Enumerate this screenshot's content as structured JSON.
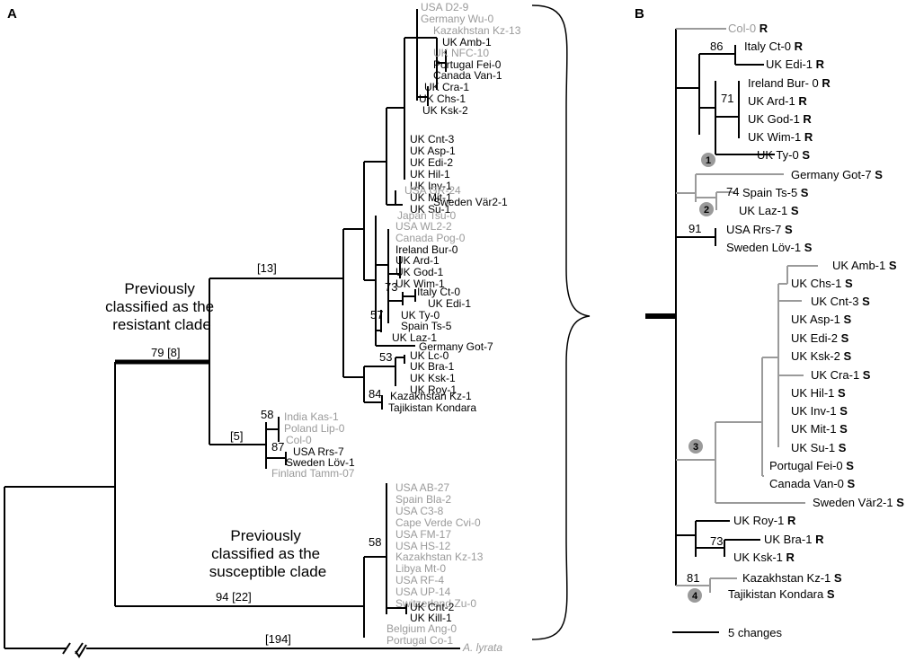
{
  "panel_a": {
    "label": "A",
    "colors": {
      "black": "#000000",
      "gray": "#9a9a9a",
      "lyrata": "#9a9a9a"
    },
    "resistant_clade_label": [
      "Previously",
      "classified as the",
      "resistant clade"
    ],
    "susceptible_clade_label": [
      "Previously",
      "classified as the",
      "susceptible clade"
    ],
    "branch_labels": [
      {
        "id": "root-res",
        "text": "79 [8]"
      },
      {
        "id": "res-upper",
        "text": "[13]"
      },
      {
        "id": "res-lower",
        "text": "[5]"
      },
      {
        "id": "sus",
        "text": "94 [22]"
      },
      {
        "id": "lyrata",
        "text": "[194]"
      }
    ],
    "bootstrap": [
      {
        "id": "b73",
        "text": "73"
      },
      {
        "id": "b57",
        "text": "57"
      },
      {
        "id": "b53",
        "text": "53"
      },
      {
        "id": "b84",
        "text": "84"
      },
      {
        "id": "b58a",
        "text": "58"
      },
      {
        "id": "b87",
        "text": "87"
      },
      {
        "id": "b58b",
        "text": "58"
      }
    ],
    "taxa": [
      {
        "name": "USA D2-9",
        "color": "gray"
      },
      {
        "name": "Germany Wu-0",
        "color": "gray"
      },
      {
        "name": "Kazakhstan Kz-13",
        "color": "gray"
      },
      {
        "name": "UK Amb-1",
        "color": "black"
      },
      {
        "name": "UK NFC-10",
        "color": "gray"
      },
      {
        "name": "Portugal Fei-0",
        "color": "black"
      },
      {
        "name": "Canada Van-1",
        "color": "black"
      },
      {
        "name": "UK Cra-1",
        "color": "black"
      },
      {
        "name": "UK Chs-1",
        "color": "black"
      },
      {
        "name": "UK Ksk-2",
        "color": "black"
      },
      {
        "name": "UK Cnt-3",
        "color": "black"
      },
      {
        "name": "UK Asp-1",
        "color": "black"
      },
      {
        "name": "UK Edi-2",
        "color": "black"
      },
      {
        "name": "UK Hil-1",
        "color": "black"
      },
      {
        "name": "UK Inv-1",
        "color": "black"
      },
      {
        "name": "UK Mit-1",
        "color": "black"
      },
      {
        "name": "UK Su-1",
        "color": "black"
      },
      {
        "name": "USA GR-24",
        "color": "gray"
      },
      {
        "name": "Sweden Vär2-1",
        "color": "black"
      },
      {
        "name": "Japan Tsu-0",
        "color": "gray"
      },
      {
        "name": "USA WL2-2",
        "color": "gray"
      },
      {
        "name": "Canada Pog-0",
        "color": "gray"
      },
      {
        "name": "Ireland Bur-0",
        "color": "black"
      },
      {
        "name": "UK Ard-1",
        "color": "black"
      },
      {
        "name": "UK God-1",
        "color": "black"
      },
      {
        "name": "UK Wim-1",
        "color": "black"
      },
      {
        "name": "Italy Ct-0",
        "color": "black"
      },
      {
        "name": "UK Edi-1",
        "color": "black"
      },
      {
        "name": "UK Ty-0",
        "color": "black"
      },
      {
        "name": "Spain Ts-5",
        "color": "black"
      },
      {
        "name": "UK Laz-1",
        "color": "black"
      },
      {
        "name": "Germany Got-7",
        "color": "black"
      },
      {
        "name": "UK Lc-0",
        "color": "black"
      },
      {
        "name": "UK Bra-1",
        "color": "black"
      },
      {
        "name": "UK Ksk-1",
        "color": "black"
      },
      {
        "name": "UK Roy-1",
        "color": "black"
      },
      {
        "name": "Kazakhstan Kz-1",
        "color": "black"
      },
      {
        "name": "Tajikistan Kondara",
        "color": "black"
      },
      {
        "name": "India Kas-1",
        "color": "gray"
      },
      {
        "name": "Poland Lip-0",
        "color": "gray"
      },
      {
        "name": "Col-0",
        "color": "gray"
      },
      {
        "name": "USA Rrs-7",
        "color": "black"
      },
      {
        "name": "Sweden Löv-1",
        "color": "black"
      },
      {
        "name": "Finland Tamm-07",
        "color": "gray"
      },
      {
        "name": "USA AB-27",
        "color": "gray"
      },
      {
        "name": "Spain Bla-2",
        "color": "gray"
      },
      {
        "name": "USA C3-8",
        "color": "gray"
      },
      {
        "name": "Cape Verde Cvi-0",
        "color": "gray"
      },
      {
        "name": "USA FM-17",
        "color": "gray"
      },
      {
        "name": "USA HS-12",
        "color": "gray"
      },
      {
        "name": "Kazakhstan Kz-13",
        "color": "gray"
      },
      {
        "name": "Libya Mt-0",
        "color": "gray"
      },
      {
        "name": "USA RF-4",
        "color": "gray"
      },
      {
        "name": "USA UP-14",
        "color": "gray"
      },
      {
        "name": "Switzerland Zu-0",
        "color": "gray"
      },
      {
        "name": "UK Cnt-2",
        "color": "black"
      },
      {
        "name": "UK Kill-1",
        "color": "black"
      },
      {
        "name": "Belgium Ang-0",
        "color": "gray"
      },
      {
        "name": "Portugal Co-1",
        "color": "gray"
      },
      {
        "name": "A. lyrata",
        "color": "lyrata"
      }
    ]
  },
  "panel_b": {
    "label": "B",
    "bootstrap": [
      {
        "id": "b86",
        "text": "86"
      },
      {
        "id": "b71",
        "text": "71"
      },
      {
        "id": "b74",
        "text": "74"
      },
      {
        "id": "b91",
        "text": "91"
      },
      {
        "id": "b73",
        "text": "73"
      },
      {
        "id": "b81",
        "text": "81"
      }
    ],
    "circle_labels": [
      "1",
      "2",
      "3",
      "4"
    ],
    "taxa": [
      {
        "name": "Col-0",
        "status": "R",
        "color": "gray"
      },
      {
        "name": "Italy Ct-0",
        "status": "R",
        "color": "black"
      },
      {
        "name": "UK Edi-1",
        "status": "R",
        "color": "black"
      },
      {
        "name": "Ireland Bur- 0",
        "status": "R",
        "color": "black"
      },
      {
        "name": "UK Ard-1",
        "status": "R",
        "color": "black"
      },
      {
        "name": "UK God-1",
        "status": "R",
        "color": "black"
      },
      {
        "name": "UK Wim-1",
        "status": "R",
        "color": "black"
      },
      {
        "name": "UK Ty-0",
        "status": "S",
        "color": "black"
      },
      {
        "name": "Germany Got-7",
        "status": "S",
        "color": "black"
      },
      {
        "name": "Spain Ts-5",
        "status": "S",
        "color": "black"
      },
      {
        "name": "UK Laz-1",
        "status": "S",
        "color": "black"
      },
      {
        "name": "USA Rrs-7",
        "status": "S",
        "color": "black"
      },
      {
        "name": "Sweden Löv-1",
        "status": "S",
        "color": "black"
      },
      {
        "name": "UK Amb-1",
        "status": "S",
        "color": "black"
      },
      {
        "name": "UK Chs-1",
        "status": "S",
        "color": "black"
      },
      {
        "name": "UK Cnt-3",
        "status": "S",
        "color": "black"
      },
      {
        "name": "UK Asp-1",
        "status": "S",
        "color": "black"
      },
      {
        "name": "UK Edi-2",
        "status": "S",
        "color": "black"
      },
      {
        "name": "UK Ksk-2",
        "status": "S",
        "color": "black"
      },
      {
        "name": "UK Cra-1",
        "status": "S",
        "color": "black"
      },
      {
        "name": "UK Hil-1",
        "status": "S",
        "color": "black"
      },
      {
        "name": "UK Inv-1",
        "status": "S",
        "color": "black"
      },
      {
        "name": "UK Mit-1",
        "status": "S",
        "color": "black"
      },
      {
        "name": "UK Su-1",
        "status": "S",
        "color": "black"
      },
      {
        "name": "Portugal Fei-0",
        "status": "S",
        "color": "black"
      },
      {
        "name": "Canada Van-0",
        "status": "S",
        "color": "black"
      },
      {
        "name": "Sweden Vär2-1",
        "status": "S",
        "color": "black"
      },
      {
        "name": "UK Roy-1",
        "status": "R",
        "color": "black"
      },
      {
        "name": "UK Bra-1",
        "status": "R",
        "color": "black"
      },
      {
        "name": "UK Ksk-1",
        "status": "R",
        "color": "black"
      },
      {
        "name": "Kazakhstan Kz-1",
        "status": "S",
        "color": "black"
      },
      {
        "name": "Tajikistan Kondara",
        "status": "S",
        "color": "black"
      }
    ],
    "scale_label": "5 changes"
  }
}
